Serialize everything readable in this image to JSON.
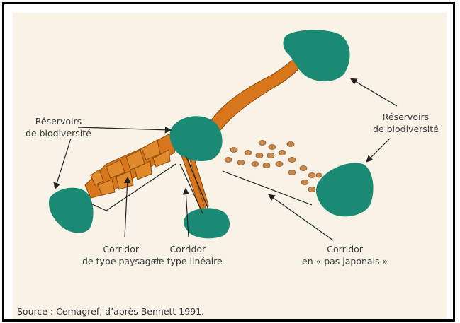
{
  "labels": {
    "reservoirs_left": {
      "line1": "Réservoirs",
      "line2": "de biodiversité"
    },
    "reservoirs_right": {
      "line1": "Réservoirs",
      "line2": "de biodiversité"
    },
    "corridor_paysager": {
      "line1": "Corridor",
      "line2": "de type paysager"
    },
    "corridor_lineaire": {
      "line1": "Corridor",
      "line2": "de type linéaire"
    },
    "corridor_pas_japonais": {
      "line1": "Corridor",
      "line2": "en « pas japonais »"
    }
  },
  "source": "Source : Cemagref, d’après Bennett 1991.",
  "colors": {
    "reservoir": "#1a8a74",
    "corridor": "#d8761c",
    "background": "#f8f3e6",
    "stone": "#c9884a"
  }
}
